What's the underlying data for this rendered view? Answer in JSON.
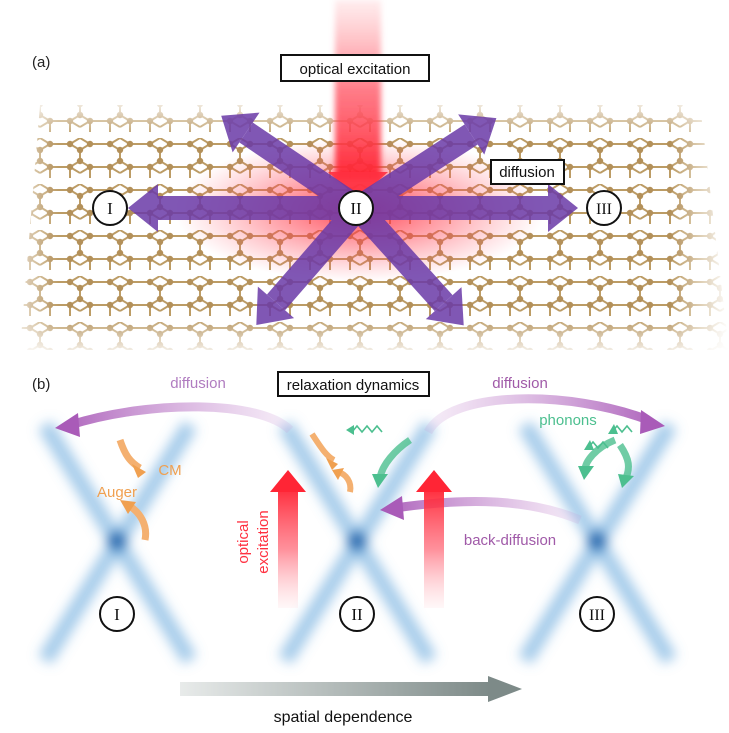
{
  "panel_a": {
    "label": "(a)",
    "box_optical": "optical  excitation",
    "box_diffusion": "diffusion",
    "regions": [
      "I",
      "II",
      "III"
    ]
  },
  "panel_b": {
    "label": "(b)",
    "box_relaxation": "relaxation dynamics",
    "diffusion_left": "diffusion",
    "diffusion_right": "diffusion",
    "cm": "CM",
    "auger": "Auger",
    "phonons": "phonons",
    "optical_line1": "optical",
    "optical_line2": "excitation",
    "back_diffusion": "back-diffusion",
    "regions": [
      "I",
      "II",
      "III"
    ]
  },
  "footer": {
    "spatial": "spatial dependence"
  },
  "colors": {
    "purple": "#7a3fb0",
    "diffusion_text": "#a05aa8",
    "orange": "#f0a050",
    "green": "#4cbf8f",
    "red": "#ff3040",
    "blue": "#3a86c6",
    "gold": "#b08a4a"
  }
}
